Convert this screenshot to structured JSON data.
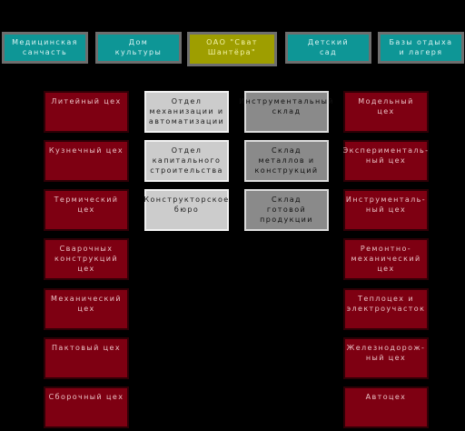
{
  "top": [
    "Медицинская\nсанчасть",
    "Дом\nкультуры",
    "ОАО \"Сват\nШантёра\"",
    "Детский\nсад",
    "Базы отдыха\nи лагеря"
  ],
  "col1": [
    "Литейный цех",
    "Кузнечный цех",
    "Термический цех",
    "Сварочных\nконструкций цех",
    "Механический\nцех",
    "Пактовый цех",
    "Сборочный цех"
  ],
  "col2": [
    "Отдел\nмеханизации и\nавтоматизации",
    "Отдел\nкапитального\nстроительства",
    "Конструкторское\nбюро"
  ],
  "col3": [
    "Инструментальный\nсклад",
    "Склад\nметаллов и\nконструкций",
    "Склад\nготовой\nпродукции"
  ],
  "col4": [
    "Модельный цех",
    "Эксперименталь-\nный цех",
    "Инструменталь-\nный цех",
    "Ремонтно-\nмеханический\nцех",
    "Теплоцех и\nэлектроучасток",
    "Железнодорож-\nный цех",
    "Автоцех"
  ]
}
